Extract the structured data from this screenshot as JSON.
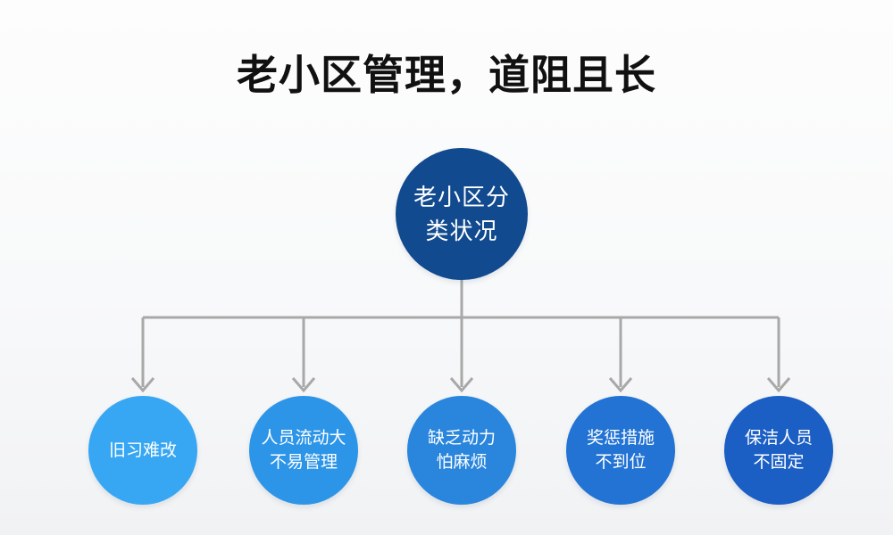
{
  "title": "老小区管理，道阻且长",
  "title_color": "#111111",
  "diagram": {
    "connector_color": "#a8a8a8",
    "root": {
      "label": "老小区分类状况",
      "lines": [
        "老小区分",
        "类状况"
      ],
      "color": "#114a8f",
      "text_color": "#ffffff"
    },
    "children": [
      {
        "label": "旧习难改",
        "lines": [
          "旧习难改"
        ],
        "color": "#38a7f3"
      },
      {
        "label": "人员流动大不易管理",
        "lines": [
          "人员流动大",
          "不易管理"
        ],
        "color": "#2d95e8"
      },
      {
        "label": "缺乏动力怕麻烦",
        "lines": [
          "缺乏动力",
          "怕麻烦"
        ],
        "color": "#2a86dd"
      },
      {
        "label": "奖惩措施不到位",
        "lines": [
          "奖惩措施",
          "不到位"
        ],
        "color": "#2273d3"
      },
      {
        "label": "保洁人员不固定",
        "lines": [
          "保洁人员",
          "不固定"
        ],
        "color": "#1b5fc5"
      }
    ]
  }
}
